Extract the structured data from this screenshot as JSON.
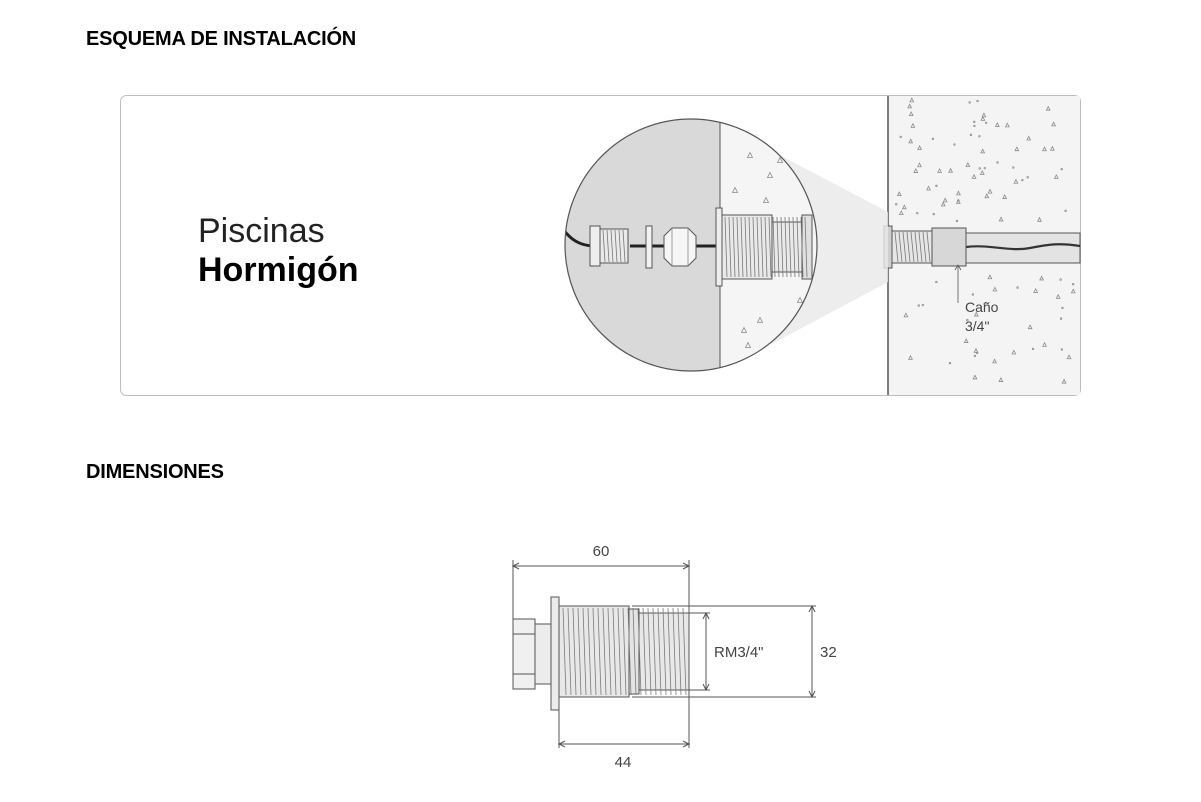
{
  "sections": {
    "installation_title": "ESQUEMA DE INSTALACIÓN",
    "dimensions_title": "DIMENSIONES"
  },
  "installation": {
    "pool_type": "Piscinas",
    "pool_material": "Hormigón",
    "pipe_label_line1": "Caño",
    "pipe_label_line2": "3/4\""
  },
  "dimensions": {
    "total_length": "60",
    "thread_length": "44",
    "thread_label": "RM3/4\"",
    "diameter": "32"
  },
  "colors": {
    "line": "#555555",
    "concrete": "#f2f2f2",
    "panel_gray": "#d9d9d9",
    "pipe": "#e0e0e0",
    "cable": "#333333"
  }
}
